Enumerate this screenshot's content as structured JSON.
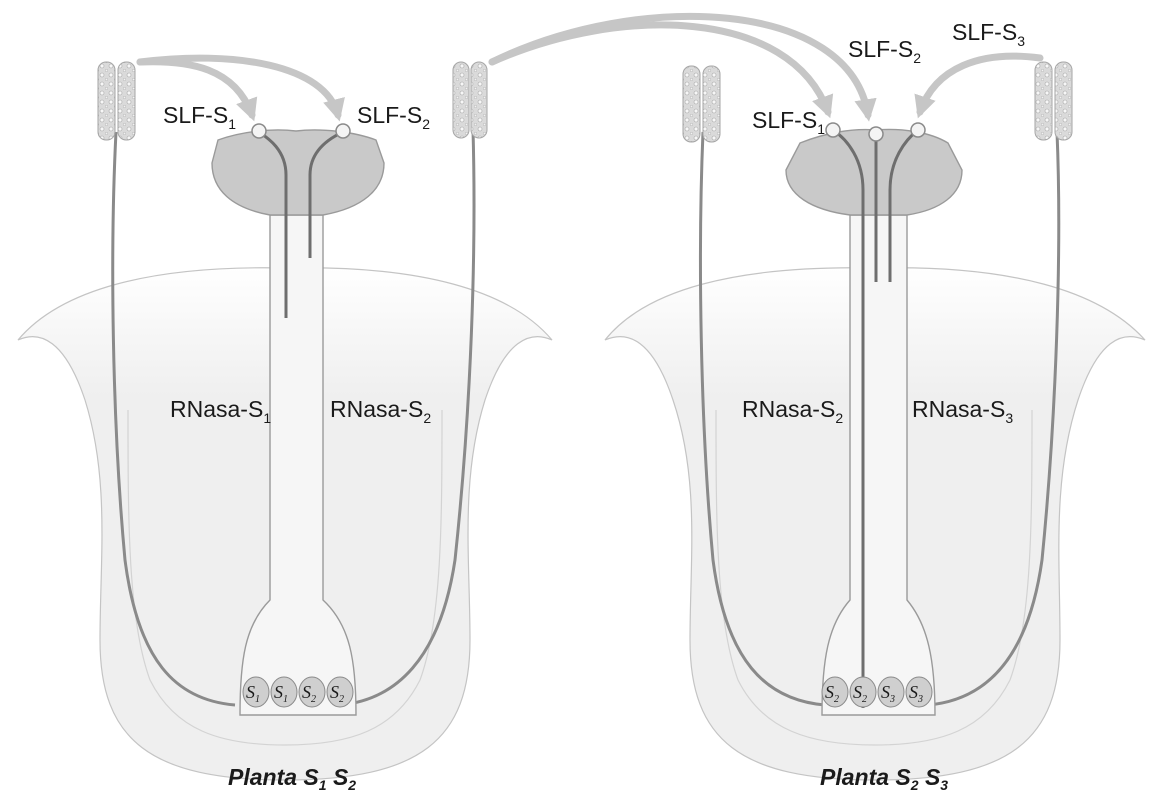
{
  "left_flower": {
    "caption": {
      "prefix": "Planta",
      "a_main": "S",
      "a_sub": "1",
      "b_main": "S",
      "b_sub": "2"
    },
    "pollen_labels": [
      {
        "main": "SLF-S",
        "sub": "1"
      },
      {
        "main": "SLF-S",
        "sub": "2"
      }
    ],
    "style_labels": [
      {
        "main": "RNasa-S",
        "sub": "1"
      },
      {
        "main": "RNasa-S",
        "sub": "2"
      }
    ],
    "ovules": [
      {
        "main": "S",
        "sub": "1"
      },
      {
        "main": "S",
        "sub": "1"
      },
      {
        "main": "S",
        "sub": "2"
      },
      {
        "main": "S",
        "sub": "2"
      }
    ]
  },
  "right_flower": {
    "caption": {
      "prefix": "Planta",
      "a_main": "S",
      "a_sub": "2",
      "b_main": "S",
      "b_sub": "3"
    },
    "pollen_labels": [
      {
        "main": "SLF-S",
        "sub": "1"
      },
      {
        "main": "SLF-S",
        "sub": "2"
      },
      {
        "main": "SLF-S",
        "sub": "3"
      }
    ],
    "style_labels": [
      {
        "main": "RNasa-S",
        "sub": "2"
      },
      {
        "main": "RNasa-S",
        "sub": "3"
      }
    ],
    "ovules": [
      {
        "main": "S",
        "sub": "2"
      },
      {
        "main": "S",
        "sub": "2"
      },
      {
        "main": "S",
        "sub": "3"
      },
      {
        "main": "S",
        "sub": "3"
      }
    ]
  },
  "colors": {
    "petal_fill": "#eeeeee",
    "petal_stroke": "#bdbdbd",
    "pistil_fill": "#f6f6f6",
    "stigma_fill": "#c9c9c9",
    "tube_stroke": "#6e6e6e",
    "arrow": "#c6c6c6",
    "anther_fill": "#d9d9d9"
  }
}
